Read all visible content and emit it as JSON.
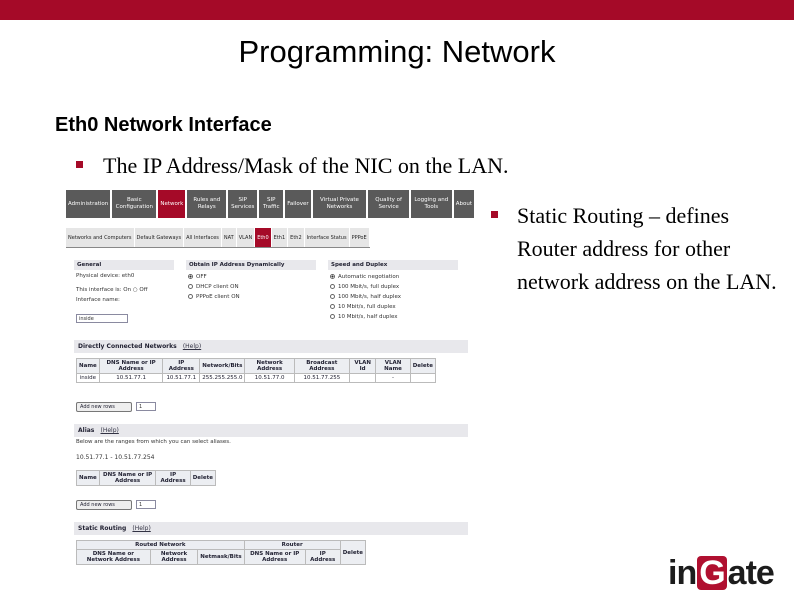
{
  "slide": {
    "title": "Programming: Network",
    "subtitle": "Eth0 Network Interface",
    "bullet1": "The IP Address/Mask of the NIC on the LAN.",
    "bullet2": "Static Routing – defines Router address for other network address on the LAN."
  },
  "nav": {
    "tabs": [
      "Administration",
      "Basic Configuration",
      "Network",
      "Rules and Relays",
      "SIP Services",
      "SIP Traffic",
      "Failover",
      "Virtual Private Networks",
      "Quality of Service",
      "Logging and Tools",
      "About"
    ],
    "active_index": 2
  },
  "subnav": {
    "tabs": [
      "Networks and Computers",
      "Default Gateways",
      "All Interfaces",
      "NAT",
      "VLAN",
      "Eth0",
      "Eth1",
      "Eth2",
      "Interface Status",
      "PPPoE"
    ],
    "active_index": 5
  },
  "general": {
    "header": "General",
    "physical_device": "Physical device: eth0",
    "interface_state": "This interface is: On ○ Off",
    "interface_name_label": "Interface name:",
    "interface_name_value": "inside"
  },
  "obtain_ip": {
    "header": "Obtain IP Address Dynamically",
    "options": [
      "OFF",
      "DHCP client ON",
      "PPPoE client ON"
    ]
  },
  "speed": {
    "header": "Speed and Duplex",
    "options": [
      "Automatic negotiation",
      "100 Mbit/s, full duplex",
      "100 Mbit/s, half duplex",
      "10 Mbit/s, full duplex",
      "10 Mbit/s, half duplex"
    ]
  },
  "directly_connected": {
    "header": "Directly Connected Networks",
    "help": "(Help)",
    "columns": [
      "Name",
      "DNS Name or IP Address",
      "IP Address",
      "Network/Bits",
      "Network Address",
      "Broadcast Address",
      "VLAN Id",
      "VLAN Name",
      "Delete"
    ],
    "row": [
      "inside",
      "10.51.77.1",
      "10.51.77.1",
      "255.255.255.0",
      "10.51.77.0",
      "10.51.77.255",
      "",
      "-",
      ""
    ],
    "add_rows_label": "Add new rows",
    "add_rows_count": "1"
  },
  "alias": {
    "header": "Alias",
    "help": "(Help)",
    "note": "Below are the ranges from which you can select aliases.",
    "range": "10.51.77.1 - 10.51.77.254",
    "columns": [
      "Name",
      "DNS Name or IP Address",
      "IP Address",
      "Delete"
    ],
    "add_rows_label": "Add new rows",
    "add_rows_count": "1"
  },
  "static_routing": {
    "header": "Static Routing",
    "help": "(Help)",
    "group_routed": "Routed Network",
    "group_router": "Router",
    "columns": [
      "DNS Name or Network Address",
      "Network Address",
      "Netmask/Bits",
      "DNS Name or IP Address",
      "IP Address",
      "Delete"
    ]
  },
  "logo": {
    "pre": "in",
    "mid": "G",
    "post": "ate"
  },
  "colors": {
    "accent": "#a50a28",
    "nav_bg": "#5a5a5a"
  }
}
